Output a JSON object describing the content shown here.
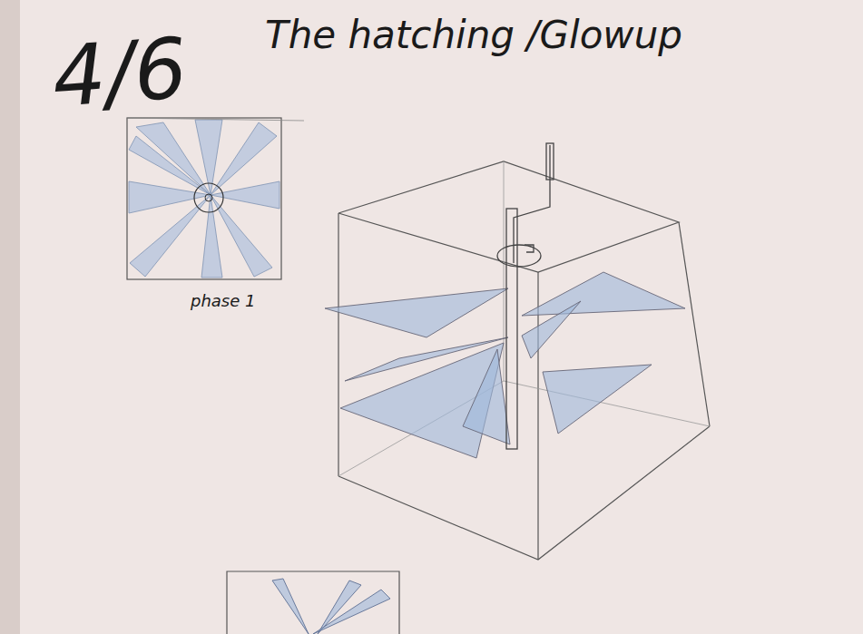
{
  "diagram": {
    "title": "The hatching /Glowup",
    "labels": [
      "4/6",
      "phase 1"
    ]
  }
}
